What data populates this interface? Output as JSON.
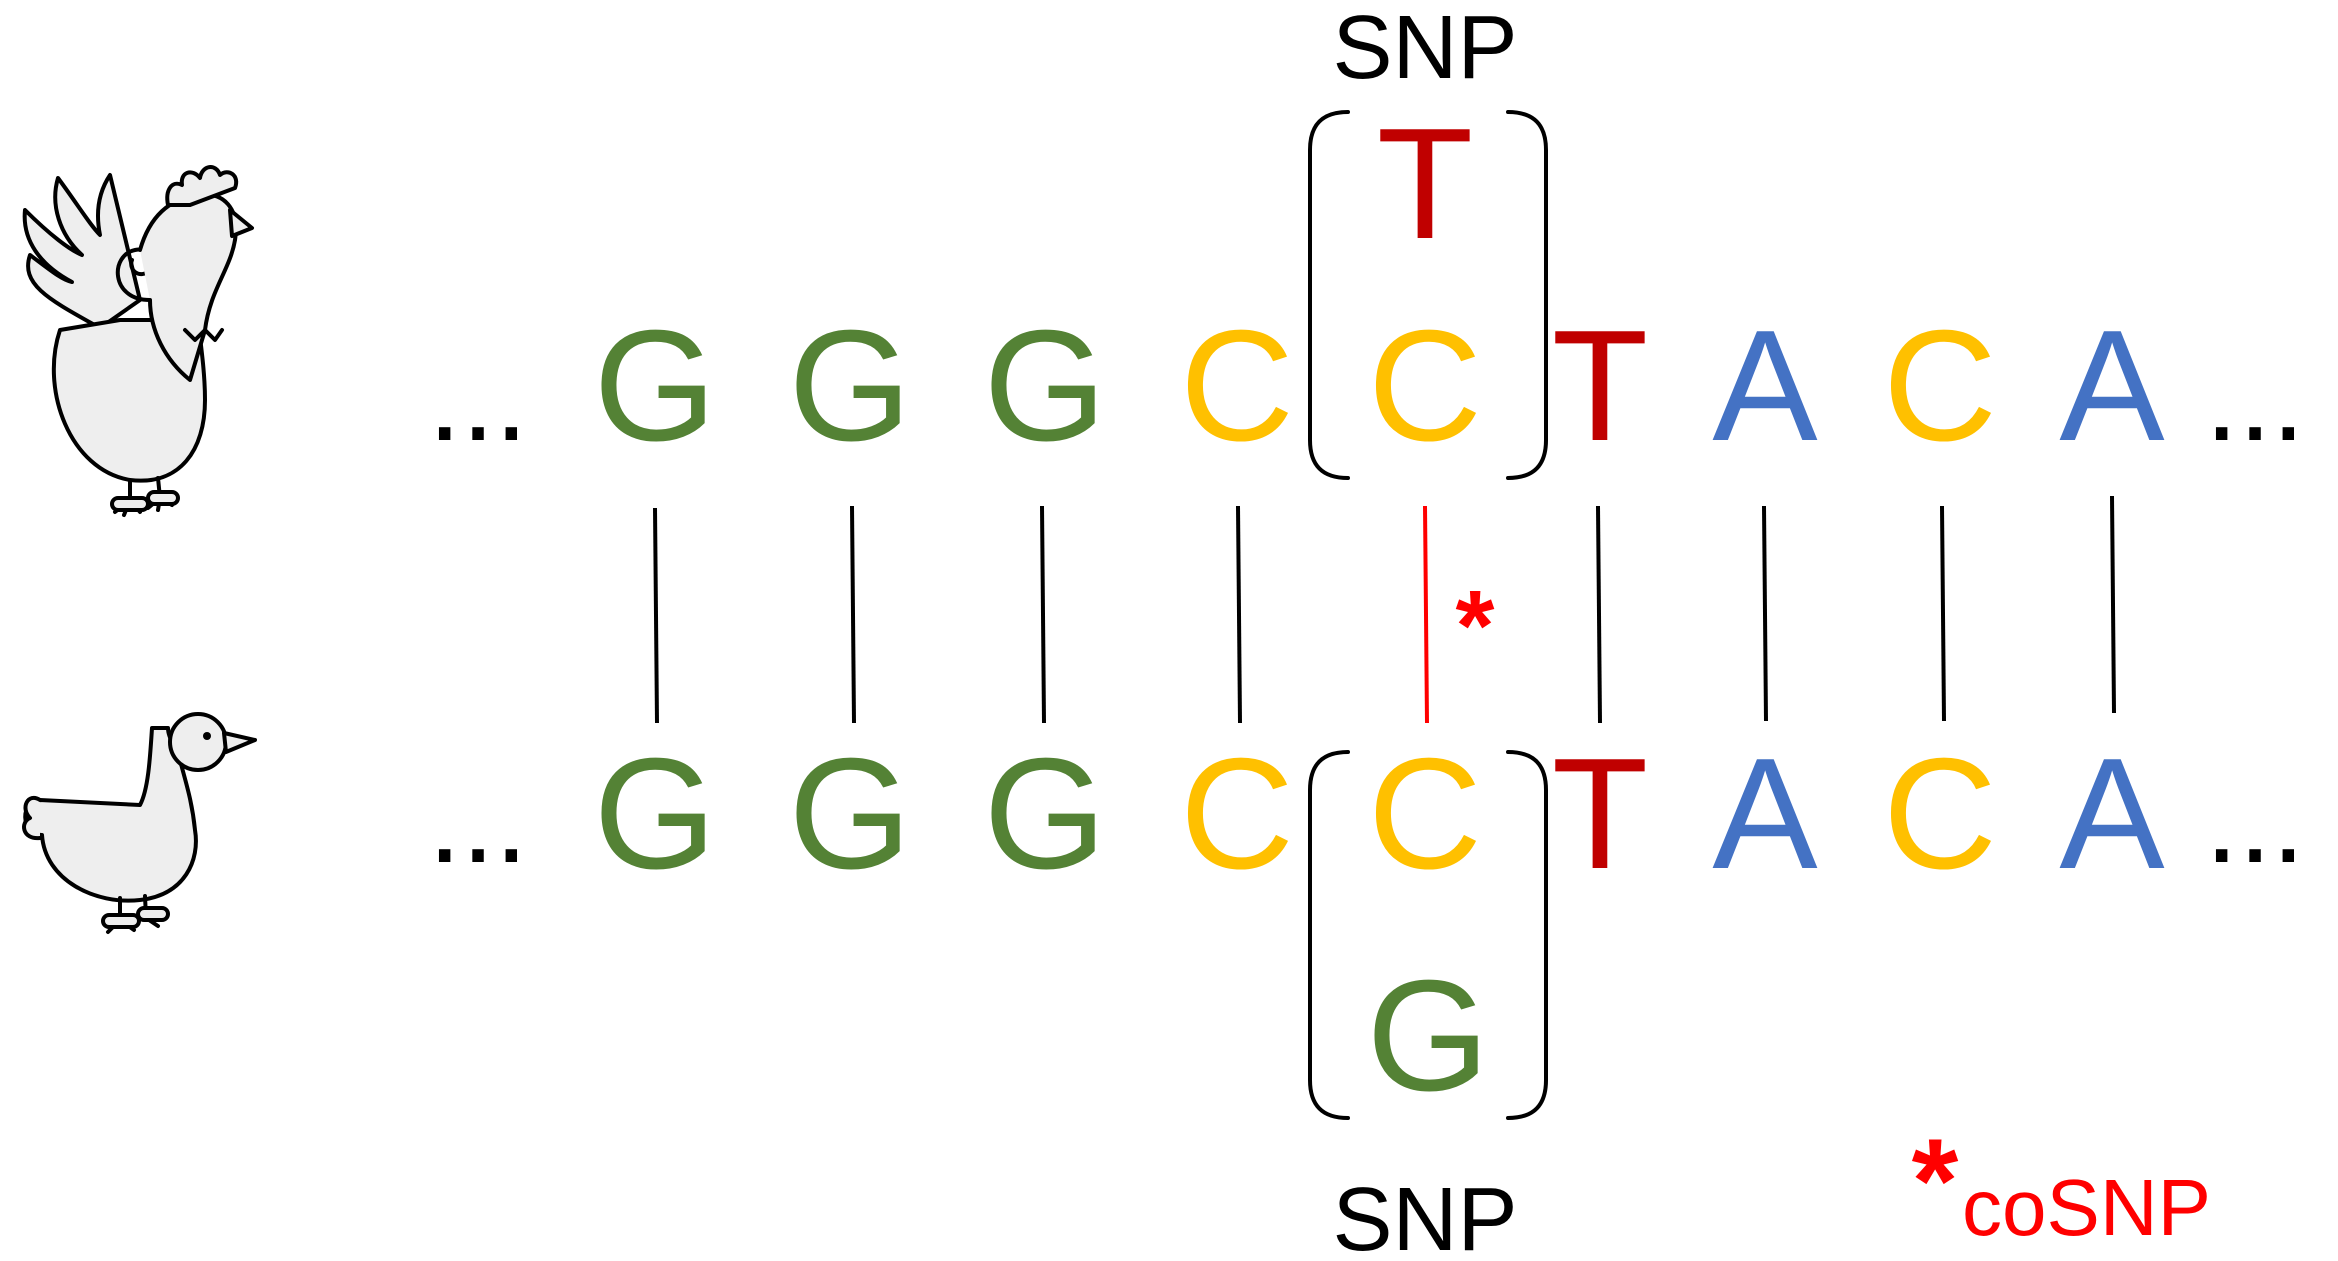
{
  "colors": {
    "G": "#548235",
    "C": "#FFC000",
    "T": "#C00000",
    "A": "#4472C4",
    "link": "#000000",
    "cosnp": "#FF0000",
    "animal_fill": "#EEEEEE"
  },
  "organisms": {
    "top": {
      "icon": "chicken-icon"
    },
    "bottom": {
      "icon": "duck-icon"
    }
  },
  "sequences": {
    "top": [
      "G",
      "G",
      "G",
      "C",
      "C",
      "T",
      "A",
      "C",
      "A"
    ],
    "bottom": [
      "G",
      "G",
      "G",
      "C",
      "C",
      "T",
      "A",
      "C",
      "A"
    ]
  },
  "ellipsis": "...",
  "snp_top": {
    "label": "SNP",
    "alt_base": "T"
  },
  "snp_bottom": {
    "label": "SNP",
    "alt_base": "G"
  },
  "cosnp_marker": "*",
  "legend": {
    "symbol": "*",
    "label": "coSNP"
  }
}
